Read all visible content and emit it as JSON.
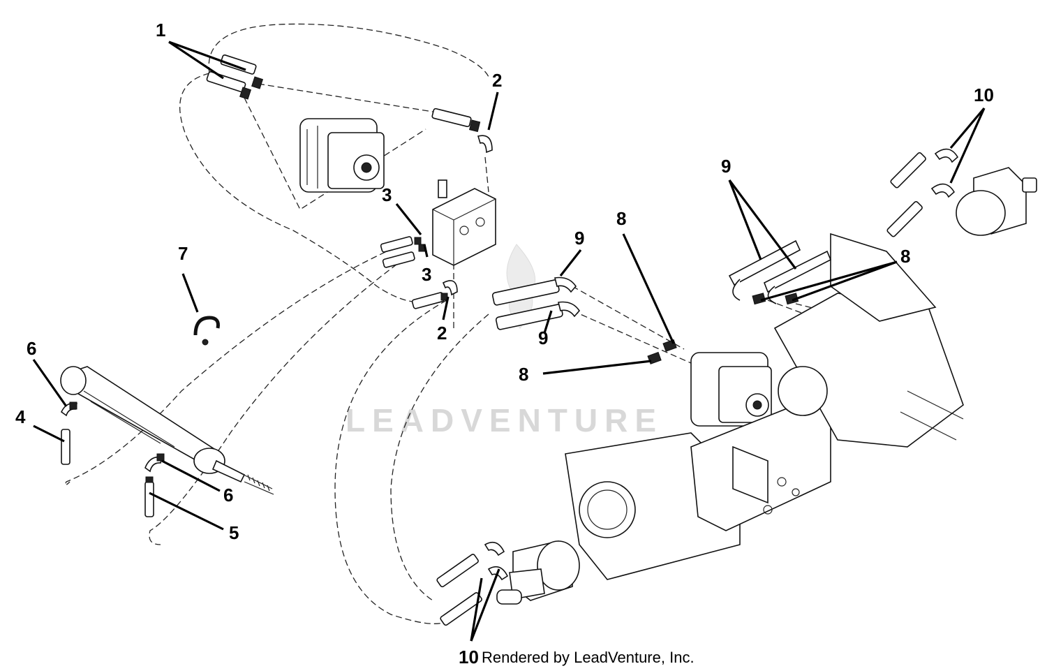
{
  "diagram": {
    "callouts": {
      "c1": "1",
      "c2a": "2",
      "c2b": "2",
      "c3a": "3",
      "c3b": "3",
      "c4": "4",
      "c5": "5",
      "c6a": "6",
      "c6b": "6",
      "c7": "7",
      "c8a": "8",
      "c8b": "8",
      "c8c": "8",
      "c9a": "9",
      "c9b": "9",
      "c9c": "9",
      "c10a": "10",
      "c10b": "10"
    },
    "watermark": "LEADVENTURE",
    "footer": "Rendered by LeadVenture, Inc."
  }
}
